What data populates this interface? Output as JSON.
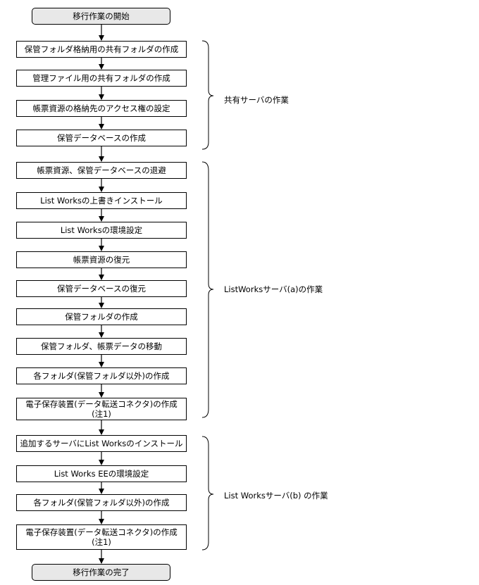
{
  "flow": {
    "start": "移行作業の開始",
    "end": "移行作業の完了",
    "steps": [
      "保管フォルダ格納用の共有フォルダの作成",
      "管理ファイル用の共有フォルダの作成",
      "帳票資源の格納先のアクセス権の設定",
      "保管データベースの作成",
      "帳票資源、保管データベースの退避",
      "List Worksの上書きインストール",
      "List Worksの環境設定",
      "帳票資源の復元",
      "保管データベースの復元",
      "保管フォルダの作成",
      "保管フォルダ、帳票データの移動",
      "各フォルダ(保管フォルダ以外)の作成",
      "電子保存装置(データ転送コネクタ)の作成\n(注1)",
      "追加するサーバにList Worksのインストール",
      "List Works EEの環境設定",
      "各フォルダ(保管フォルダ以外)の作成",
      "電子保存装置(データ転送コネクタ)の作成\n(注1)"
    ]
  },
  "groups": [
    {
      "label": "共有サーバの作業"
    },
    {
      "label": "ListWorksサーバ(a)の作業"
    },
    {
      "label": "List Worksサーバ(b) の作業"
    }
  ]
}
